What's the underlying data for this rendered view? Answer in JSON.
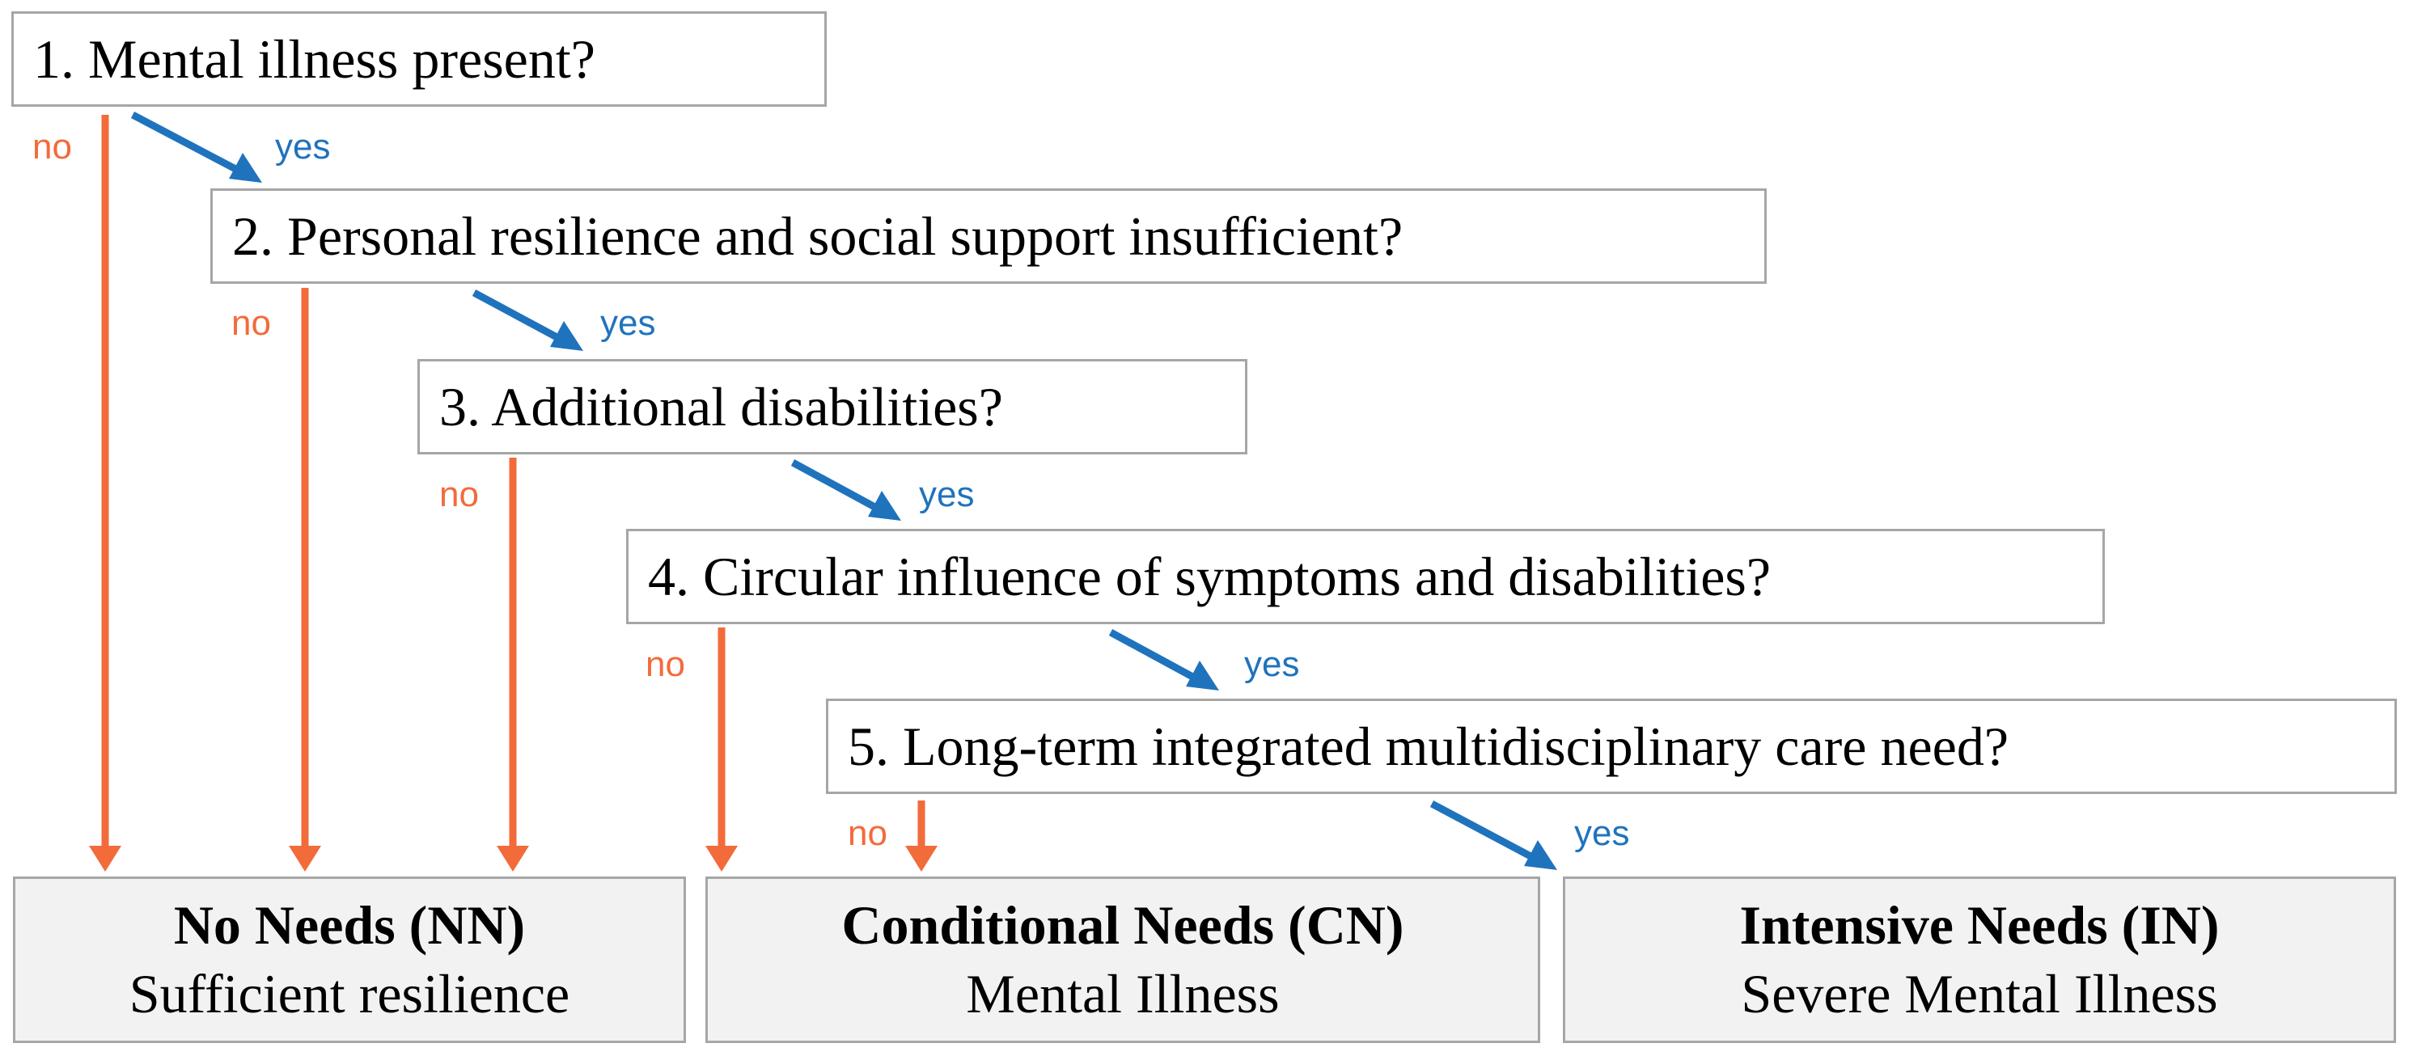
{
  "questions": [
    {
      "text": "1. Mental illness present?"
    },
    {
      "text": "2. Personal resilience and social support insufficient?"
    },
    {
      "text": "3. Additional disabilities?"
    },
    {
      "text": "4. Circular influence of symptoms and disabilities?"
    },
    {
      "text": "5. Long-term integrated multidisciplinary care need?"
    }
  ],
  "labels": {
    "no": "no",
    "yes": "yes"
  },
  "outcomes": [
    {
      "title": "No Needs (NN)",
      "subtitle": "Sufficient resilience"
    },
    {
      "title": "Conditional Needs (CN)",
      "subtitle": "Mental Illness"
    },
    {
      "title": "Intensive Needs (IN)",
      "subtitle": "Severe Mental Illness"
    }
  ],
  "colors": {
    "no": "#f26b3a",
    "yes": "#1f73bd",
    "box_border": "#a6a6a6",
    "outcome_fill": "#f2f2f2"
  }
}
